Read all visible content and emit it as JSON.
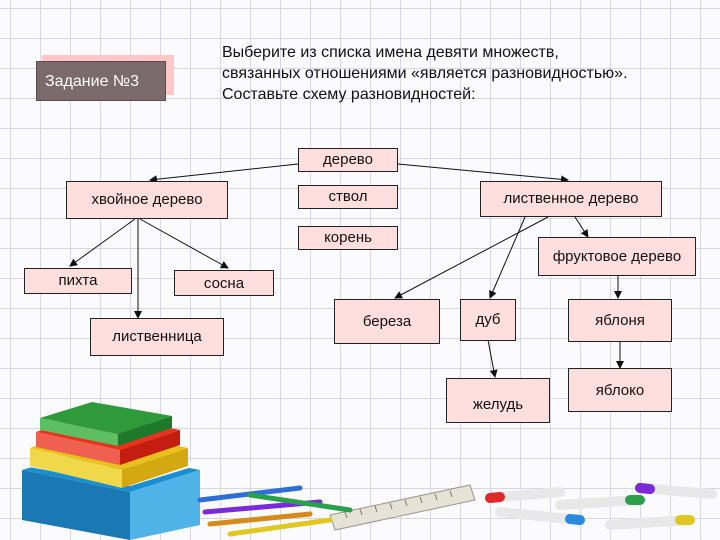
{
  "task": {
    "label": "Задание №3"
  },
  "instruction": {
    "line1": "Выберите из списка имена девяти множеств,",
    "line2": "связанных отношениями «является разновидностью».",
    "line3": "Составьте схему разновидностей:"
  },
  "nodes": {
    "derevo": "дерево",
    "stvol": "ствол",
    "koren": "корень",
    "khvoinoe": "хвойное дерево",
    "listvennoe": "лиственное дерево",
    "pikhta": "пихта",
    "sosna": "сосна",
    "listvennitsa": "лиственница",
    "fruktovoe": "фруктовое дерево",
    "bereza": "береза",
    "dub": "дуб",
    "yablonya": "яблоня",
    "zhelud": "желудь",
    "yabloko": "яблоко"
  },
  "colors": {
    "node_fill": "#ffdede",
    "task_box": "#7a6a6c",
    "task_shadow": "#ffc7c7"
  }
}
